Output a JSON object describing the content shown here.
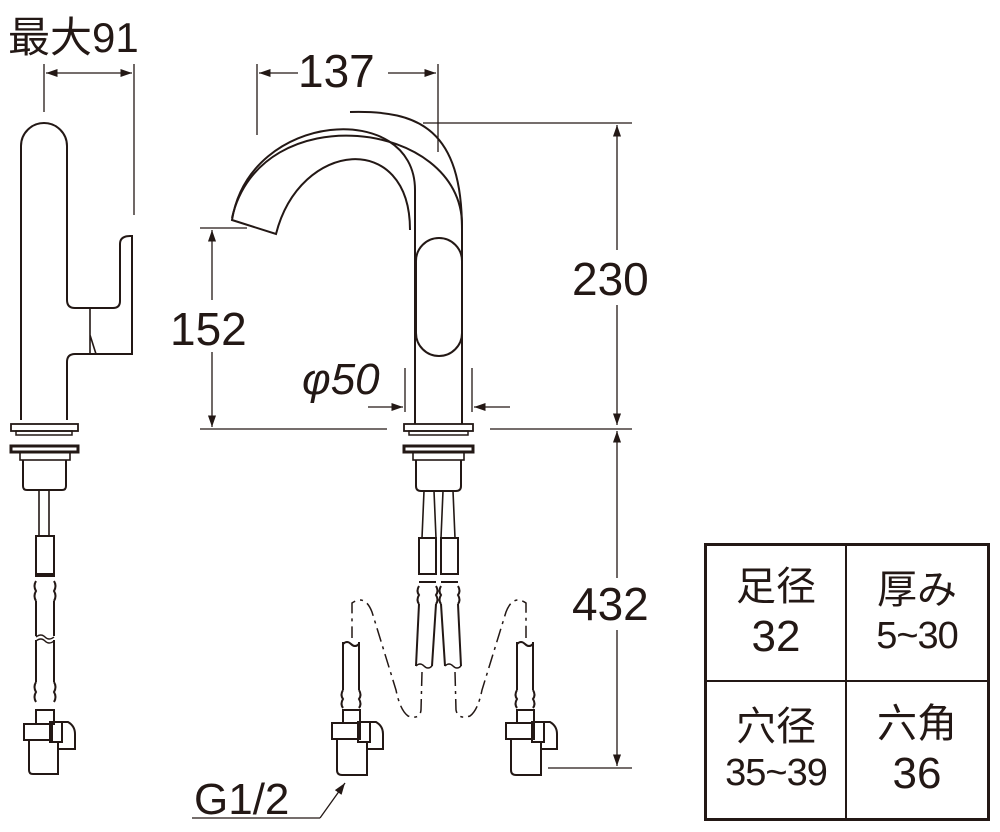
{
  "drawing": {
    "title": "Faucet dimensional drawing",
    "views": [
      "side-view",
      "front-view"
    ],
    "line_color": "#231815"
  },
  "dimensions": {
    "max_lever_reach": "最大91",
    "spout_reach": "137",
    "spout_height": "152",
    "body_height": "230",
    "base_diameter": "φ50",
    "hose_length": "432",
    "connection_thread": "G1/2"
  },
  "spec_table": {
    "cells": [
      {
        "label": "足径",
        "value": "32"
      },
      {
        "label": "厚み",
        "value": "5~30"
      },
      {
        "label": "穴径",
        "value": "35~39"
      },
      {
        "label": "六角",
        "value": "36"
      }
    ]
  }
}
